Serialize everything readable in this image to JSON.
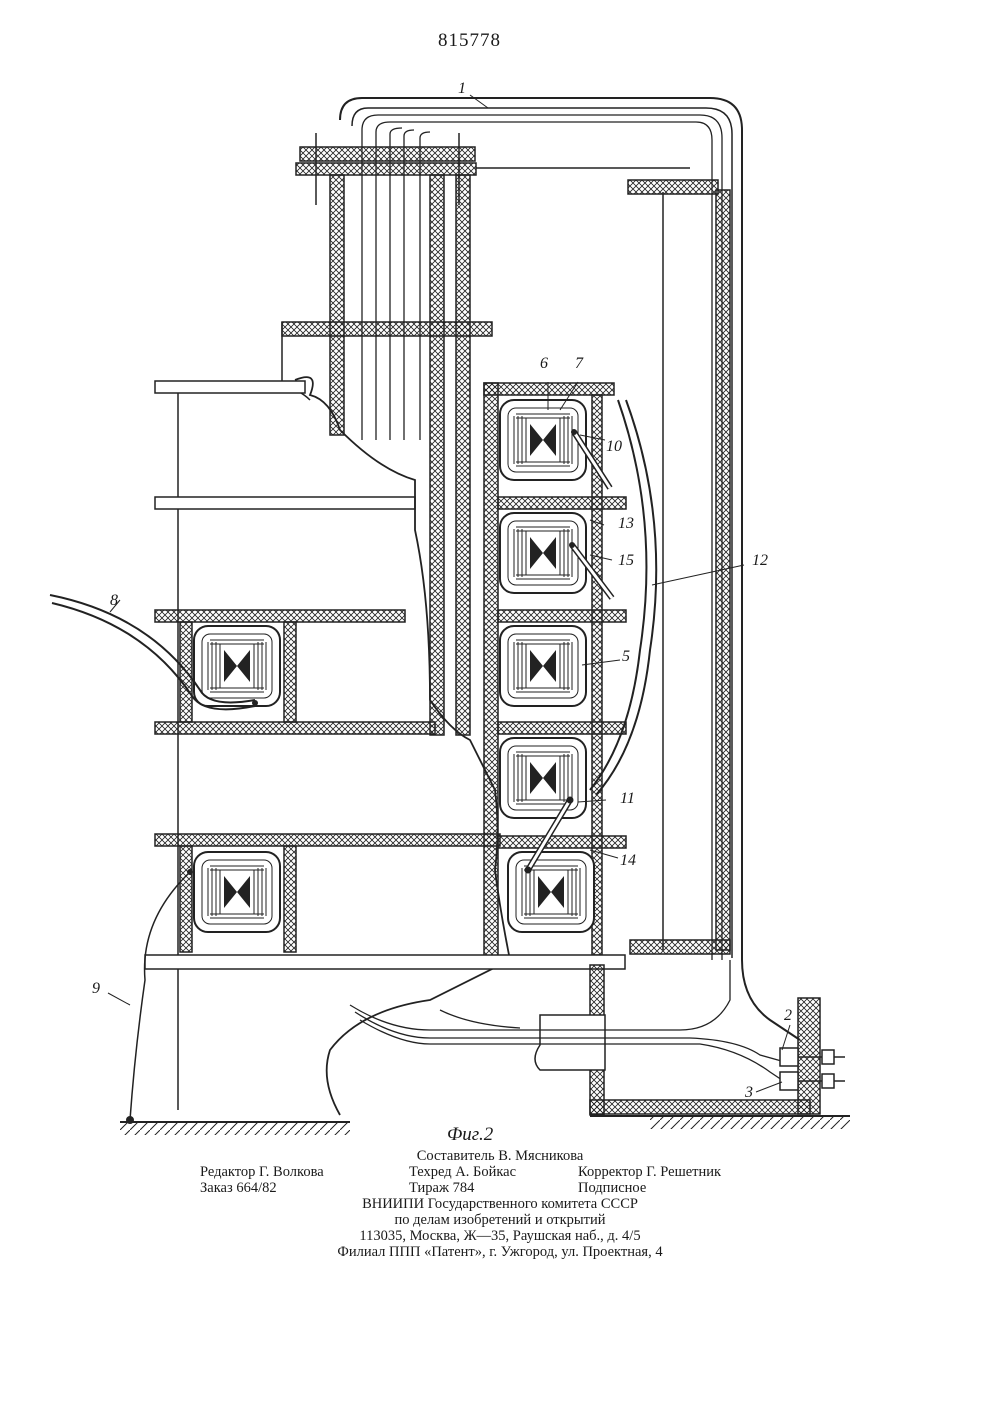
{
  "patent_number": "815778",
  "figure_caption": "Фиг.2",
  "reference_numerals": [
    "1",
    "2",
    "3",
    "5",
    "6",
    "7",
    "8",
    "9",
    "10",
    "11",
    "12",
    "13",
    "14",
    "15"
  ],
  "imprint": {
    "compiler": "Составитель В. Мясникова",
    "editor": "Редактор Г. Волкова",
    "tech_editor": "Техред А. Бойкас",
    "proofreader": "Корректор Г. Решетник",
    "order": "Заказ 664/82",
    "circulation": "Тираж 784",
    "subscription": "Подписное",
    "org_line1": "ВНИИПИ Государственного комитета СССР",
    "org_line2": "по делам изобретений и открытий",
    "address": "113035, Москва, Ж—35, Раушская наб., д. 4/5",
    "branch": "Филиал ППП «Патент», г. Ужгород, ул. Проектная, 4"
  }
}
